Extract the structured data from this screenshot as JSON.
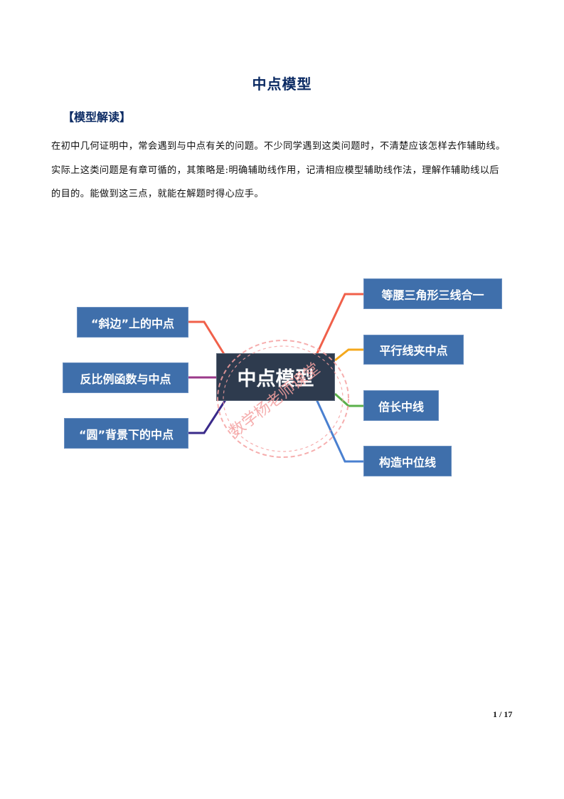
{
  "document": {
    "title": "中点模型",
    "section_heading": "【模型解读】",
    "paragraph_lines": [
      "在初中几何证明中，常会遇到与中点有关的问题。不少同学遇到这类问题时，不清楚应该怎样去作辅助线。",
      "实际上这类问题是有章可循的，其策略是:明确辅助线作用，记清相应模型辅助线作法，理解作辅助线以后",
      "的目的。能做到这三点，就能在解题时得心应手。"
    ],
    "page_number": "1 / 17"
  },
  "mindmap": {
    "center": "中点模型",
    "left": [
      {
        "label": "“斜边”上的中点",
        "line_color": "#f0604a"
      },
      {
        "label": "反比例函数与中点",
        "line_color": "#9b3a8a"
      },
      {
        "label": "“圆”背景下的中点",
        "line_color": "#3a2a8a"
      }
    ],
    "right": [
      {
        "label": "等腰三角形三线合一",
        "line_color": "#f0604a"
      },
      {
        "label": "平行线夹中点",
        "line_color": "#f4a81c"
      },
      {
        "label": "倍长中线",
        "line_color": "#5ab04a"
      },
      {
        "label": "构造中位线",
        "line_color": "#4a80d0"
      }
    ],
    "box_color": "#3f6fab",
    "center_color": "#2e3b4e"
  },
  "watermark": {
    "text": "数学杨老师课堂",
    "color": "#f4a0a0"
  }
}
